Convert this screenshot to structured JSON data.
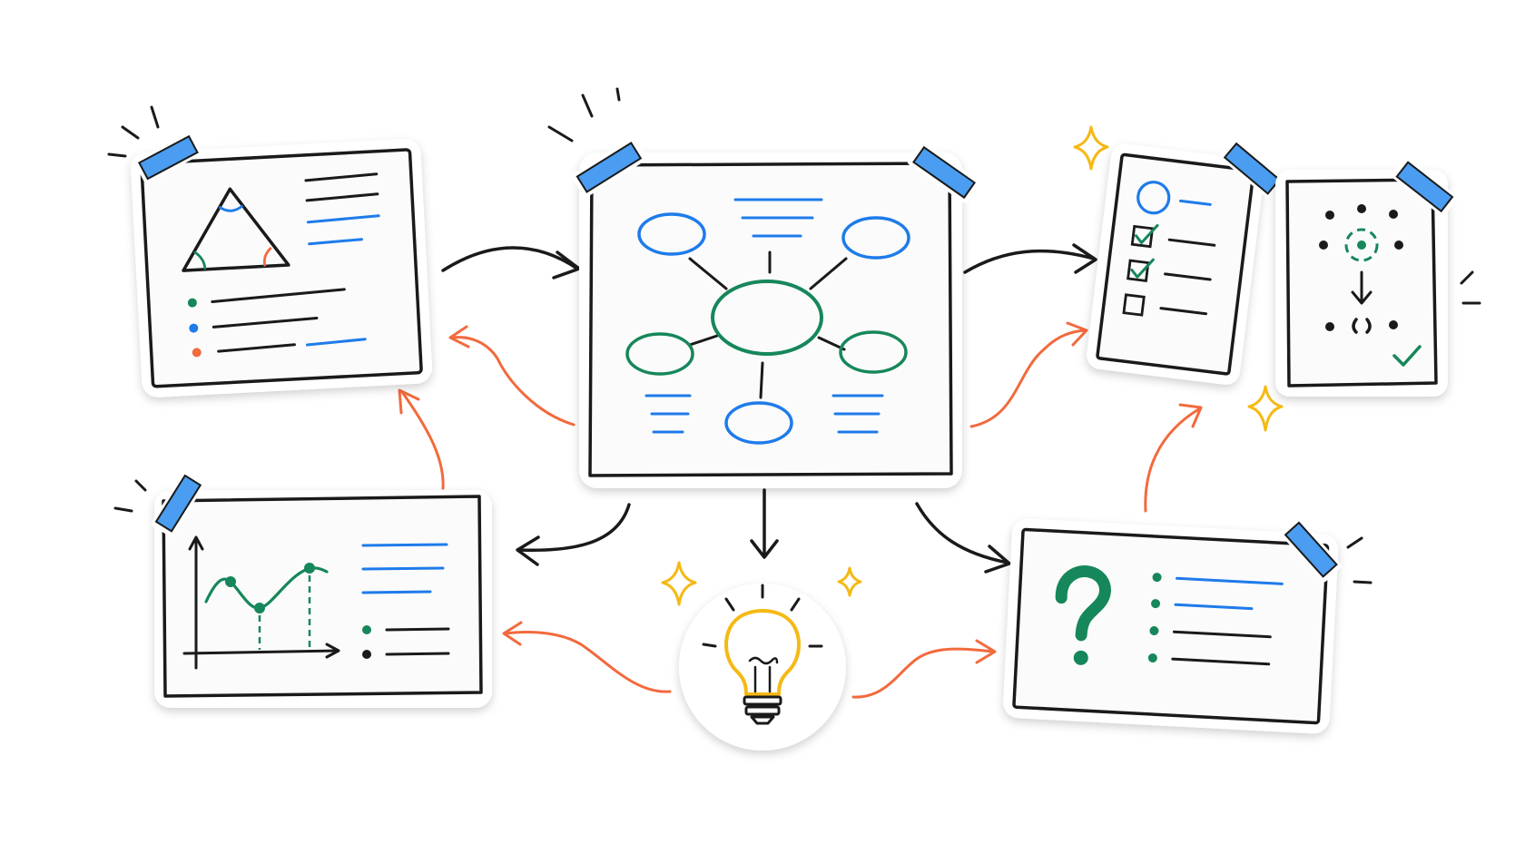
{
  "diagram": {
    "type": "sketch-flow",
    "description_text": "",
    "colors": {
      "ink": "#1a1a1a",
      "blue": "#1e7bea",
      "green": "#16875a",
      "orange": "#f26a3d",
      "yellow": "#f5b914",
      "tape": "#4a9df0",
      "card": "#fbfbfb",
      "sticker_outline": "#ffffff",
      "shadow": "#cfcfcf"
    },
    "cards": [
      {
        "name": "geometry-card",
        "icon": "triangle-icon",
        "bullets": [
          "green",
          "blue",
          "orange"
        ]
      },
      {
        "name": "mindmap-card",
        "icon": "mind-map-icon"
      },
      {
        "name": "checklist-card",
        "icon": "checklist-icon",
        "checks": [
          true,
          true,
          false
        ]
      },
      {
        "name": "pattern-card",
        "icon": "dot-pattern-icon"
      },
      {
        "name": "graph-card",
        "icon": "line-graph-icon",
        "bullets": [
          "green",
          "black"
        ]
      },
      {
        "name": "question-card",
        "icon": "question-mark-icon",
        "bullets": [
          "green",
          "green",
          "green",
          "green"
        ]
      }
    ],
    "center_icon": "lightbulb-icon",
    "connections": [
      {
        "from": "geometry-card",
        "to": "mindmap-card",
        "style": "black"
      },
      {
        "from": "mindmap-card",
        "to": "geometry-card",
        "style": "orange"
      },
      {
        "from": "graph-card",
        "to": "geometry-card",
        "style": "orange"
      },
      {
        "from": "mindmap-card",
        "to": "checklist-card",
        "style": "black"
      },
      {
        "from": "mindmap-card",
        "to": "checklist-card",
        "style": "orange"
      },
      {
        "from": "mindmap-card",
        "to": "graph-card",
        "style": "black"
      },
      {
        "from": "mindmap-card",
        "to": "lightbulb",
        "style": "black"
      },
      {
        "from": "mindmap-card",
        "to": "question-card",
        "style": "black"
      },
      {
        "from": "lightbulb",
        "to": "graph-card",
        "style": "orange"
      },
      {
        "from": "lightbulb",
        "to": "question-card",
        "style": "orange"
      },
      {
        "from": "question-card",
        "to": "checklist-card",
        "style": "orange"
      }
    ]
  }
}
